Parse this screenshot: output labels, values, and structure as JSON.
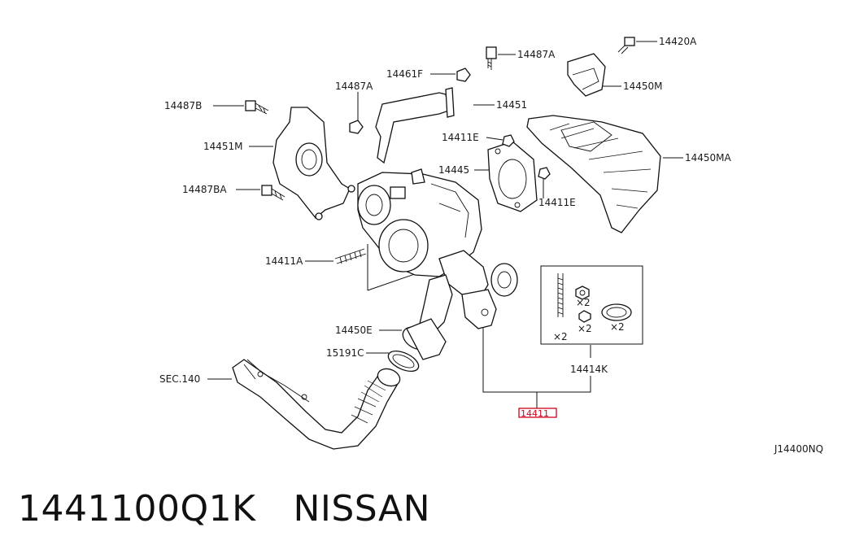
{
  "callouts": {
    "c14420A": "14420A",
    "c14487A_top": "14487A",
    "c14461F": "14461F",
    "c14487A_mid": "14487A",
    "c14450M": "14450M",
    "c14487B": "14487B",
    "c14451": "14451",
    "c14411E_top": "14411E",
    "c14451M": "14451M",
    "c14450MA": "14450MA",
    "c14445": "14445",
    "c14487BA": "14487BA",
    "c14411E_right": "14411E",
    "c14411A": "14411A",
    "c14450E": "14450E",
    "c15191C": "15191C",
    "cSEC140": "SEC.140",
    "c14414K": "14414K",
    "c14411": "14411"
  },
  "kit_quantities": {
    "stud": "×2",
    "nut": "×2",
    "nut_small": "×2",
    "gasket": "×2"
  },
  "diagram_code": "J14400NQ",
  "footer": {
    "part_number": "1441100Q1K",
    "brand": "NISSAN"
  },
  "colors": {
    "highlight": "#d0021b",
    "line": "#111111"
  }
}
